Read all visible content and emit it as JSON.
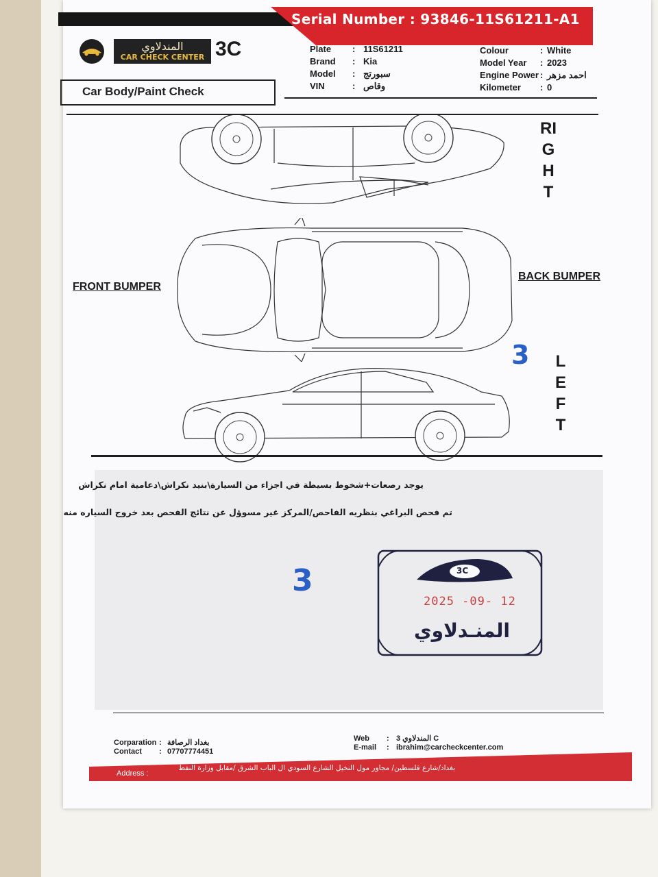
{
  "header": {
    "serial_label": "Serial Number :",
    "serial_value": "93846-11S61211-A1",
    "logo_arabic": "المندلاوي",
    "logo_english": "CAR CHECK CENTER",
    "logo_mark": "3C",
    "title": "Car Body/Paint Check"
  },
  "vehicle_info": {
    "left": [
      {
        "label": "Plate",
        "sep": ":",
        "value": "11S61211"
      },
      {
        "label": "Brand",
        "sep": ":",
        "value": "Kia"
      },
      {
        "label": "Model",
        "sep": ":",
        "value": "سبورتج"
      },
      {
        "label": "VIN",
        "sep": ":",
        "value": "وقاص"
      }
    ],
    "right": [
      {
        "label": "Colour",
        "sep": ":",
        "value": "White"
      },
      {
        "label": "Model Year",
        "sep": ":",
        "value": "2023"
      },
      {
        "label": "Engine Power",
        "sep": ":",
        "value": "احمد مزهر"
      },
      {
        "label": "Kilometer",
        "sep": ":",
        "value": "0"
      }
    ]
  },
  "diagram": {
    "right_label": "RIGHT",
    "left_label": "LEFT",
    "front_label": "FRONT BUMPER",
    "back_label": "BACK BUMPER",
    "handwritten_mark_1": "3",
    "handwritten_mark_2": "3"
  },
  "notes": {
    "line1a": "يوجد رصعات+شخوط بسيطة في اجزاء من السيارة\\بنيد نكراش\\دعامية امام نكراش",
    "line2a": "تم فحص البراغي بنظريه الفاحص/المركز غير مسوؤل عن نتائج الفحص بعد خروج السياره منه"
  },
  "stamp": {
    "mark": "3C",
    "date": "2025 -09- 12",
    "name": "المنـدلاوي"
  },
  "footer": {
    "corporation_label": "Corparation",
    "corporation_value": "بغداد الرصافة",
    "contact_label": "Contact",
    "contact_value": "07707774451",
    "web_label": "Web",
    "web_value": "المندلاوي 3 C",
    "email_label": "E-mail",
    "email_value": "ibrahim@carcheckcenter.com",
    "address_label": "Address",
    "address_value": "بغداد/شارع فلسطين/ مجاور مول النخيل الشارع السودي ال الباب الشرق /مقابل وزارة النفط"
  },
  "colors": {
    "brand_red": "#d8242b",
    "ink_blue": "#2a5fc8",
    "stamp_ink": "#202040"
  }
}
